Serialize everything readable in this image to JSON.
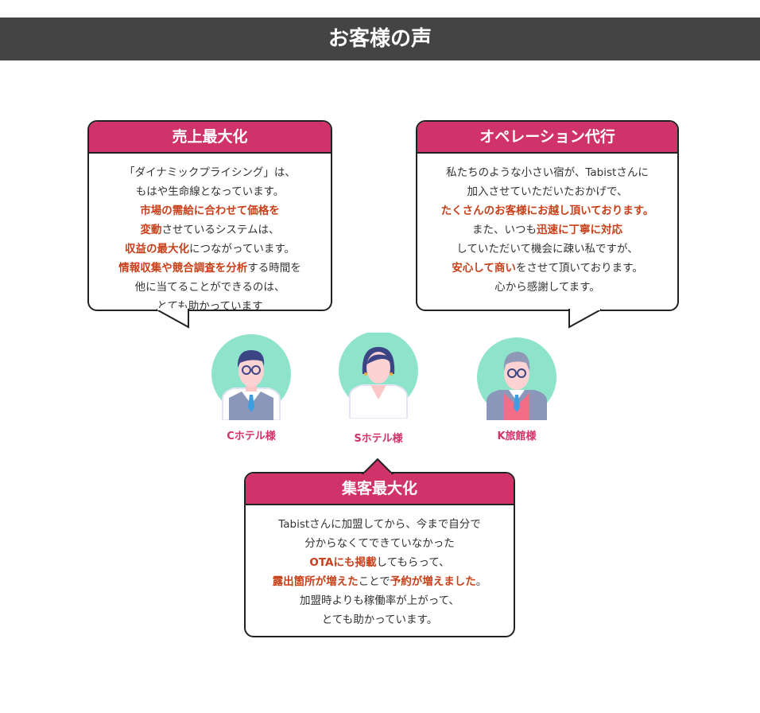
{
  "page_title": "お客様の声",
  "colors": {
    "accent": "#d0336a",
    "highlight": "#c8401a",
    "header_bg": "#444444",
    "avatar_bg": "#8ee4cb"
  },
  "cards": [
    {
      "title": "売上最大化",
      "lines": [
        [
          {
            "t": "「ダイナミックプライシング」は、"
          }
        ],
        [
          {
            "t": "もはや生命線となっています。"
          }
        ],
        [
          {
            "t": "市場の需給に合わせて価格を",
            "h": true
          }
        ],
        [
          {
            "t": "変動",
            "h": true
          },
          {
            "t": "させているシステムは、"
          }
        ],
        [
          {
            "t": "収益の最大化",
            "h": true
          },
          {
            "t": "につながっています。"
          }
        ],
        [
          {
            "t": "情報収集や競合調査を分析",
            "h": true
          },
          {
            "t": "する時間を"
          }
        ],
        [
          {
            "t": "他に当てることができるのは、"
          }
        ],
        [
          {
            "t": "とても助かっています"
          }
        ]
      ]
    },
    {
      "title": "オペレーション代行",
      "lines": [
        [
          {
            "t": "私たちのような小さい宿が、Tabistさんに"
          }
        ],
        [
          {
            "t": "加入させていただいたおかげで、"
          }
        ],
        [
          {
            "t": "たくさんのお客様にお越し頂いております。",
            "h": true
          }
        ],
        [
          {
            "t": "また、いつも"
          },
          {
            "t": "迅速に丁寧に対応",
            "h": true
          }
        ],
        [
          {
            "t": "していただいて機会に疎い私ですが、"
          }
        ],
        [
          {
            "t": "安心して商い",
            "h": true
          },
          {
            "t": "をさせて頂いております。"
          }
        ],
        [
          {
            "t": "心から感謝してます。"
          }
        ]
      ]
    },
    {
      "title": "集客最大化",
      "lines": [
        [
          {
            "t": "Tabistさんに加盟してから、今まで自分で"
          }
        ],
        [
          {
            "t": "分からなくてできていなかった"
          }
        ],
        [
          {
            "t": "OTAにも掲載",
            "h": true
          },
          {
            "t": "してもらって、"
          }
        ],
        [
          {
            "t": "露出箇所が増えた",
            "h": true
          },
          {
            "t": "ことで"
          },
          {
            "t": "予約が増えました",
            "h": true
          },
          {
            "t": "。"
          }
        ],
        [
          {
            "t": "加盟時よりも稼働率が上がって、"
          }
        ],
        [
          {
            "t": "とても助かっています。"
          }
        ]
      ]
    }
  ],
  "customers": [
    {
      "name": "Cホテル様"
    },
    {
      "name": "Sホテル様"
    },
    {
      "name": "K旅館様"
    }
  ]
}
